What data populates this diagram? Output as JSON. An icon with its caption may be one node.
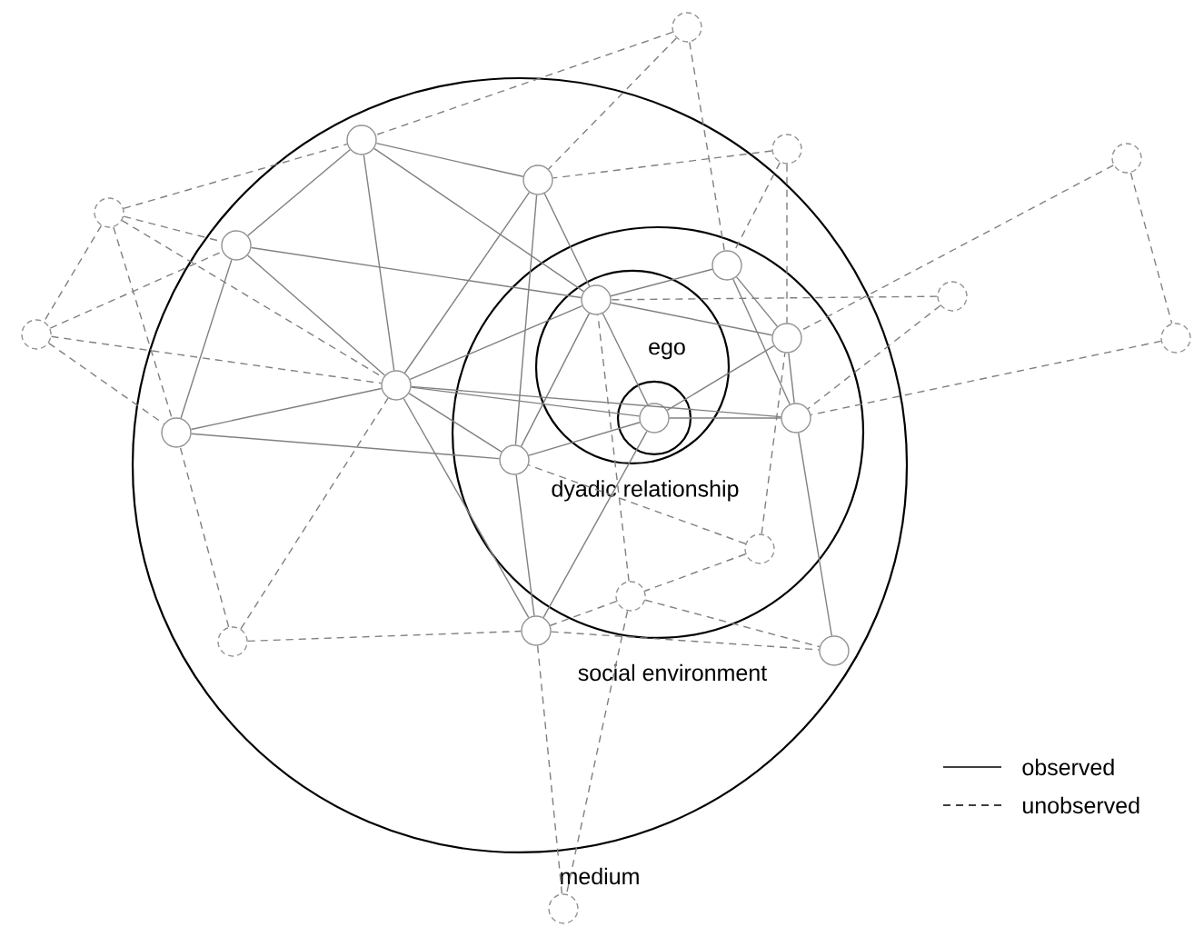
{
  "diagram": {
    "nodes": [
      {
        "text": [
          "medium"
        ]
      },
      {
        "text": [
          "social environment"
        ],
        "in": 0
      },
      {
        "text": [
          "dyadic relationship"
        ],
        "in": 1
      },
      {
        "text": [
          "ego"
        ],
        "in": 2
      },
      {
        "text": [],
        "shape": "circle"
      },
      {
        "text": [],
        "shape": "circle",
        "in": 0
      },
      {
        "text": [],
        "shape": "circle"
      },
      {
        "text": [],
        "shape": "circle"
      },
      {
        "text": [],
        "shape": "circle",
        "in": 0
      },
      {
        "text": [],
        "shape": "circle"
      },
      {
        "text": [],
        "shape": "circle",
        "in": 0
      },
      {
        "text": [],
        "shape": "circle",
        "in": 1
      },
      {
        "text": [],
        "shape": "circle"
      },
      {
        "text": [],
        "shape": "circle",
        "in": 2
      },
      {
        "text": [],
        "shape": "circle"
      },
      {
        "text": [],
        "shape": "circle",
        "in": 1
      },
      {
        "text": [],
        "shape": "circle"
      },
      {
        "text": [],
        "shape": "circle",
        "in": 0
      },
      {
        "text": [],
        "shape": "circle",
        "in": 3
      },
      {
        "text": [],
        "shape": "circle",
        "in": 1
      },
      {
        "text": [],
        "shape": "circle",
        "in": 0
      },
      {
        "text": [],
        "shape": "circle",
        "in": 1
      },
      {
        "text": [],
        "shape": "circle",
        "in": 1
      },
      {
        "text": [],
        "shape": "circle",
        "in": 1
      },
      {
        "text": [],
        "shape": "circle",
        "in": 0
      },
      {
        "text": [],
        "shape": "circle",
        "in": 0
      },
      {
        "text": [],
        "shape": "circle",
        "in": 0
      },
      {
        "text": [],
        "shape": "circle"
      }
    ],
    "edges": [
      {
        "from": 5,
        "to": 8,
        "arrow": "none"
      },
      {
        "from": 5,
        "to": 13,
        "arrow": "none"
      },
      {
        "from": 5,
        "to": 10,
        "arrow": "none"
      },
      {
        "from": 5,
        "to": 17,
        "arrow": "none"
      },
      {
        "from": 8,
        "to": 13,
        "arrow": "none"
      },
      {
        "from": 8,
        "to": 17,
        "arrow": "none"
      },
      {
        "from": 8,
        "to": 21,
        "arrow": "none"
      },
      {
        "from": 10,
        "to": 13,
        "arrow": "none"
      },
      {
        "from": 10,
        "to": 17,
        "arrow": "none"
      },
      {
        "from": 10,
        "to": 20,
        "arrow": "none"
      },
      {
        "from": 13,
        "to": 11,
        "arrow": "none"
      },
      {
        "from": 13,
        "to": 15,
        "arrow": "none"
      },
      {
        "from": 13,
        "to": 18,
        "arrow": "none"
      },
      {
        "from": 13,
        "to": 21,
        "arrow": "none"
      },
      {
        "from": 11,
        "to": 15,
        "arrow": "none"
      },
      {
        "from": 11,
        "to": 19,
        "arrow": "none"
      },
      {
        "from": 17,
        "to": 20,
        "arrow": "none"
      },
      {
        "from": 17,
        "to": 13,
        "arrow": "none"
      },
      {
        "from": 17,
        "to": 19,
        "arrow": "none"
      },
      {
        "from": 17,
        "to": 18,
        "arrow": "none"
      },
      {
        "from": 17,
        "to": 24,
        "arrow": "none"
      },
      {
        "from": 17,
        "to": 21,
        "arrow": "none"
      },
      {
        "from": 20,
        "to": 21,
        "arrow": "none"
      },
      {
        "from": 15,
        "to": 18,
        "arrow": "none"
      },
      {
        "from": 15,
        "to": 19,
        "arrow": "none"
      },
      {
        "from": 18,
        "to": 19,
        "arrow": "none"
      },
      {
        "from": 18,
        "to": 21,
        "arrow": "none"
      },
      {
        "from": 18,
        "to": 24,
        "arrow": "none"
      },
      {
        "from": 19,
        "to": 26,
        "arrow": "none"
      },
      {
        "from": 21,
        "to": 24,
        "arrow": "none"
      },
      {
        "from": 9,
        "to": 5,
        "arrow": "none",
        "style": "dashed"
      },
      {
        "from": 9,
        "to": 10,
        "arrow": "none",
        "style": "dashed"
      },
      {
        "from": 9,
        "to": 14,
        "arrow": "none",
        "style": "dashed"
      },
      {
        "from": 9,
        "to": 17,
        "arrow": "none",
        "style": "dashed"
      },
      {
        "from": 9,
        "to": 20,
        "arrow": "none",
        "style": "dashed"
      },
      {
        "from": 14,
        "to": 10,
        "arrow": "none",
        "style": "dashed"
      },
      {
        "from": 14,
        "to": 17,
        "arrow": "none",
        "style": "dashed"
      },
      {
        "from": 14,
        "to": 20,
        "arrow": "none",
        "style": "dashed"
      },
      {
        "from": 25,
        "to": 20,
        "arrow": "none",
        "style": "dashed"
      },
      {
        "from": 25,
        "to": 17,
        "arrow": "none",
        "style": "dashed"
      },
      {
        "from": 25,
        "to": 24,
        "arrow": "none",
        "style": "dashed"
      },
      {
        "from": 4,
        "to": 5,
        "arrow": "none",
        "style": "dashed"
      },
      {
        "from": 4,
        "to": 8,
        "arrow": "none",
        "style": "dashed"
      },
      {
        "from": 4,
        "to": 11,
        "arrow": "none",
        "style": "dashed"
      },
      {
        "from": 6,
        "to": 8,
        "arrow": "none",
        "style": "dashed"
      },
      {
        "from": 6,
        "to": 11,
        "arrow": "none",
        "style": "dashed"
      },
      {
        "from": 6,
        "to": 15,
        "arrow": "none",
        "style": "dashed"
      },
      {
        "from": 7,
        "to": 15,
        "arrow": "none",
        "style": "dashed"
      },
      {
        "from": 7,
        "to": 16,
        "arrow": "none",
        "style": "dashed"
      },
      {
        "from": 12,
        "to": 13,
        "arrow": "none",
        "style": "dashed"
      },
      {
        "from": 12,
        "to": 19,
        "arrow": "none",
        "style": "dashed"
      },
      {
        "from": 16,
        "to": 19,
        "arrow": "none",
        "style": "dashed"
      },
      {
        "from": 22,
        "to": 15,
        "arrow": "none",
        "style": "dashed"
      },
      {
        "from": 22,
        "to": 21,
        "arrow": "none",
        "style": "dashed"
      },
      {
        "from": 22,
        "to": 23,
        "arrow": "none",
        "style": "dashed"
      },
      {
        "from": 23,
        "to": 13,
        "arrow": "none",
        "style": "dashed"
      },
      {
        "from": 23,
        "to": 24,
        "arrow": "none",
        "style": "dashed"
      },
      {
        "from": 23,
        "to": 26,
        "arrow": "none",
        "style": "dashed"
      },
      {
        "from": 23,
        "to": 27,
        "arrow": "none",
        "style": "dashed"
      },
      {
        "from": 27,
        "to": 24,
        "arrow": "none",
        "style": "dashed"
      },
      {
        "from": 24,
        "to": 26,
        "arrow": "none",
        "style": "dashed"
      }
    ],
    "legend": [
      {
        "text": "observed"
      },
      {
        "text": "unobserved"
      }
    ]
  }
}
